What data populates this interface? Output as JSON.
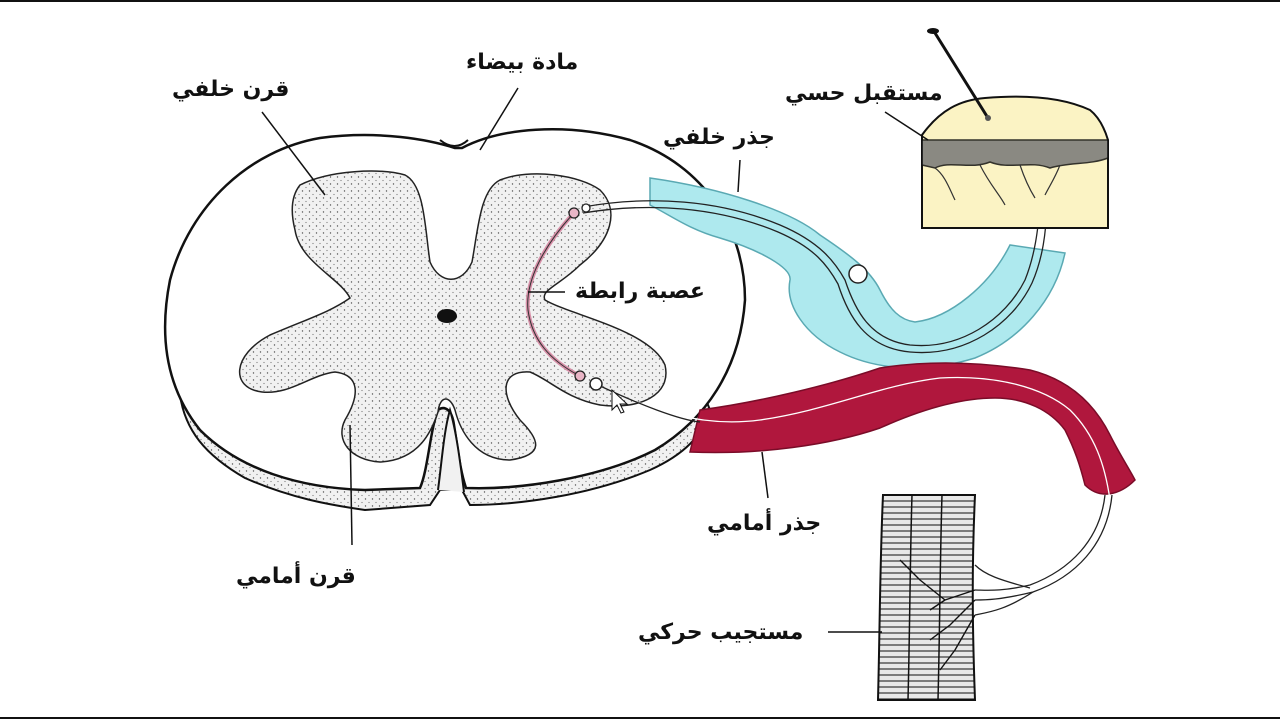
{
  "diagram": {
    "labels": {
      "white_matter": "مادة بيضاء",
      "posterior_horn": "قرن خلفي",
      "sensory_receptor": "مستقبل حسي",
      "dorsal_root": "جذر خلفي",
      "interneuron": "عصبة رابطة",
      "ventral_root": "جذر أمامي",
      "anterior_horn": "قرن أمامي",
      "motor_effector": "مستجيب حركي"
    },
    "colors": {
      "dorsal_root_fill": "#aee9ee",
      "ventral_root_fill": "#b0173d",
      "interneuron_line": "#d88fa8",
      "gray_matter": "#efefef",
      "skin_fill": "#fbf3c4",
      "outline": "#111111"
    }
  }
}
